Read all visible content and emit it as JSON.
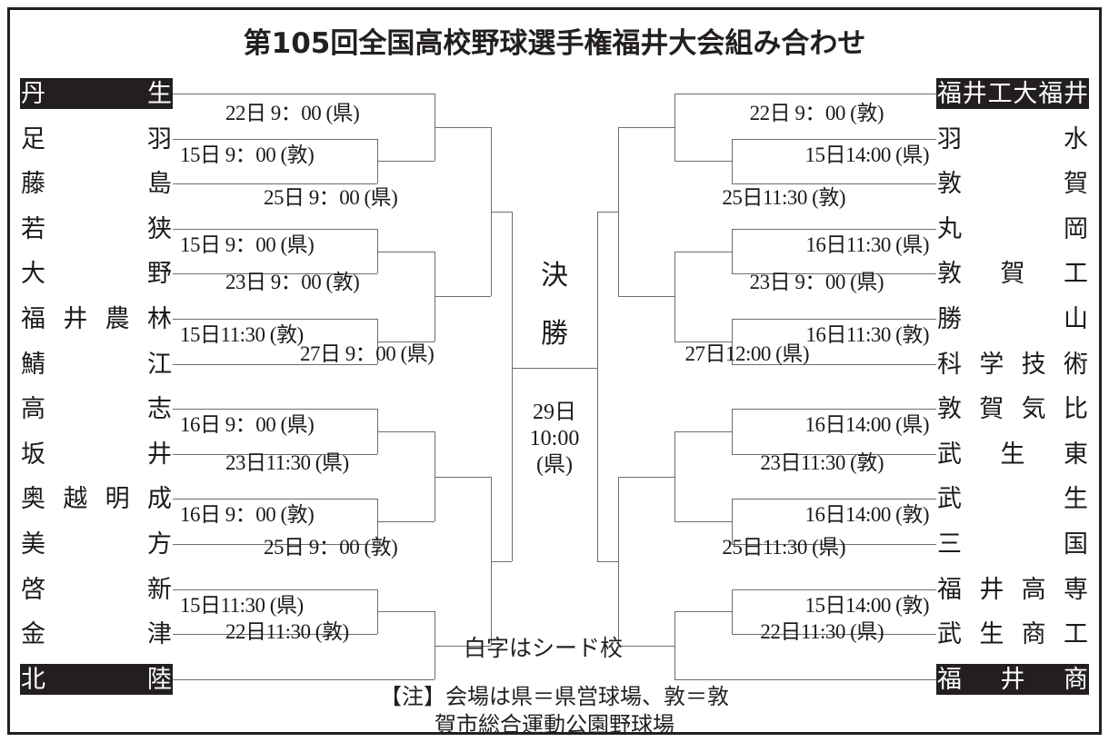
{
  "title": "第105回全国高校野球選手権福井大会組み合わせ",
  "final": {
    "label_line1": "決",
    "label_line2": "勝",
    "time_line1": "29日",
    "time_line2": "10:00",
    "time_line3": "(県)"
  },
  "notes": {
    "seed_note": "白字はシード校",
    "footnote_line1": "【注】会場は県＝県営球場、敦＝敦",
    "footnote_line2": "賀市総合運動公園野球場"
  },
  "colors": {
    "ink": "#231f20",
    "line": "#6d6e71",
    "seed_bg": "#231f20",
    "seed_fg": "#ffffff",
    "page_bg": "#ffffff"
  },
  "bracket": {
    "left_teams": [
      {
        "chars": [
          "丹",
          "生"
        ],
        "seed": true
      },
      {
        "chars": [
          "足",
          "羽"
        ],
        "seed": false
      },
      {
        "chars": [
          "藤",
          "島"
        ],
        "seed": false
      },
      {
        "chars": [
          "若",
          "狭"
        ],
        "seed": false
      },
      {
        "chars": [
          "大",
          "野"
        ],
        "seed": false
      },
      {
        "chars": [
          "福",
          "井",
          "農",
          "林"
        ],
        "seed": false
      },
      {
        "chars": [
          "鯖",
          "江"
        ],
        "seed": false
      },
      {
        "chars": [
          "高",
          "志"
        ],
        "seed": false
      },
      {
        "chars": [
          "坂",
          "井"
        ],
        "seed": false
      },
      {
        "chars": [
          "奥",
          "越",
          "明",
          "成"
        ],
        "seed": false
      },
      {
        "chars": [
          "美",
          "方"
        ],
        "seed": false
      },
      {
        "chars": [
          "啓",
          "新"
        ],
        "seed": false
      },
      {
        "chars": [
          "金",
          "津"
        ],
        "seed": false
      },
      {
        "chars": [
          "北",
          "陸"
        ],
        "seed": true
      }
    ],
    "right_teams": [
      {
        "chars": [
          "福",
          "井",
          "工",
          "大",
          "福",
          "井"
        ],
        "seed": true
      },
      {
        "chars": [
          "羽",
          "水"
        ],
        "seed": false
      },
      {
        "chars": [
          "敦",
          "賀"
        ],
        "seed": false
      },
      {
        "chars": [
          "丸",
          "岡"
        ],
        "seed": false
      },
      {
        "chars": [
          "敦",
          "賀",
          "工"
        ],
        "seed": false
      },
      {
        "chars": [
          "勝",
          "山"
        ],
        "seed": false
      },
      {
        "chars": [
          "科",
          "学",
          "技",
          "術"
        ],
        "seed": false
      },
      {
        "chars": [
          "敦",
          "賀",
          "気",
          "比"
        ],
        "seed": false
      },
      {
        "chars": [
          "武",
          "生",
          "東"
        ],
        "seed": false
      },
      {
        "chars": [
          "武",
          "生"
        ],
        "seed": false
      },
      {
        "chars": [
          "三",
          "国"
        ],
        "seed": false
      },
      {
        "chars": [
          "福",
          "井",
          "高",
          "専"
        ],
        "seed": false
      },
      {
        "chars": [
          "武",
          "生",
          "商",
          "工"
        ],
        "seed": false
      },
      {
        "chars": [
          "福",
          "井",
          "商"
        ],
        "seed": true
      }
    ],
    "left_round1": [
      "15日 9：00 (敦)",
      "15日 9：00 (県)",
      "15日11:30 (敦)",
      "16日 9：00 (県)",
      "16日 9：00 (敦)",
      "15日11:30 (県)"
    ],
    "left_round2": [
      "22日 9：00 (県)",
      "23日 9：00 (敦)",
      "23日11:30 (県)",
      "22日11:30 (敦)"
    ],
    "left_round3": [
      "25日 9：00 (県)",
      "25日 9：00 (敦)"
    ],
    "left_semifinal": "27日 9：00 (県)",
    "right_round1": [
      "15日14:00 (県)",
      "16日11:30 (県)",
      "16日11:30 (敦)",
      "16日14:00 (県)",
      "16日14:00 (敦)",
      "15日14:00 (敦)"
    ],
    "right_round2": [
      "22日 9：00 (敦)",
      "23日 9：00 (県)",
      "23日11:30 (敦)",
      "22日11:30 (県)"
    ],
    "right_round3": [
      "25日11:30 (敦)",
      "25日11:30 (県)"
    ],
    "right_semifinal": "27日12:00 (県)"
  }
}
